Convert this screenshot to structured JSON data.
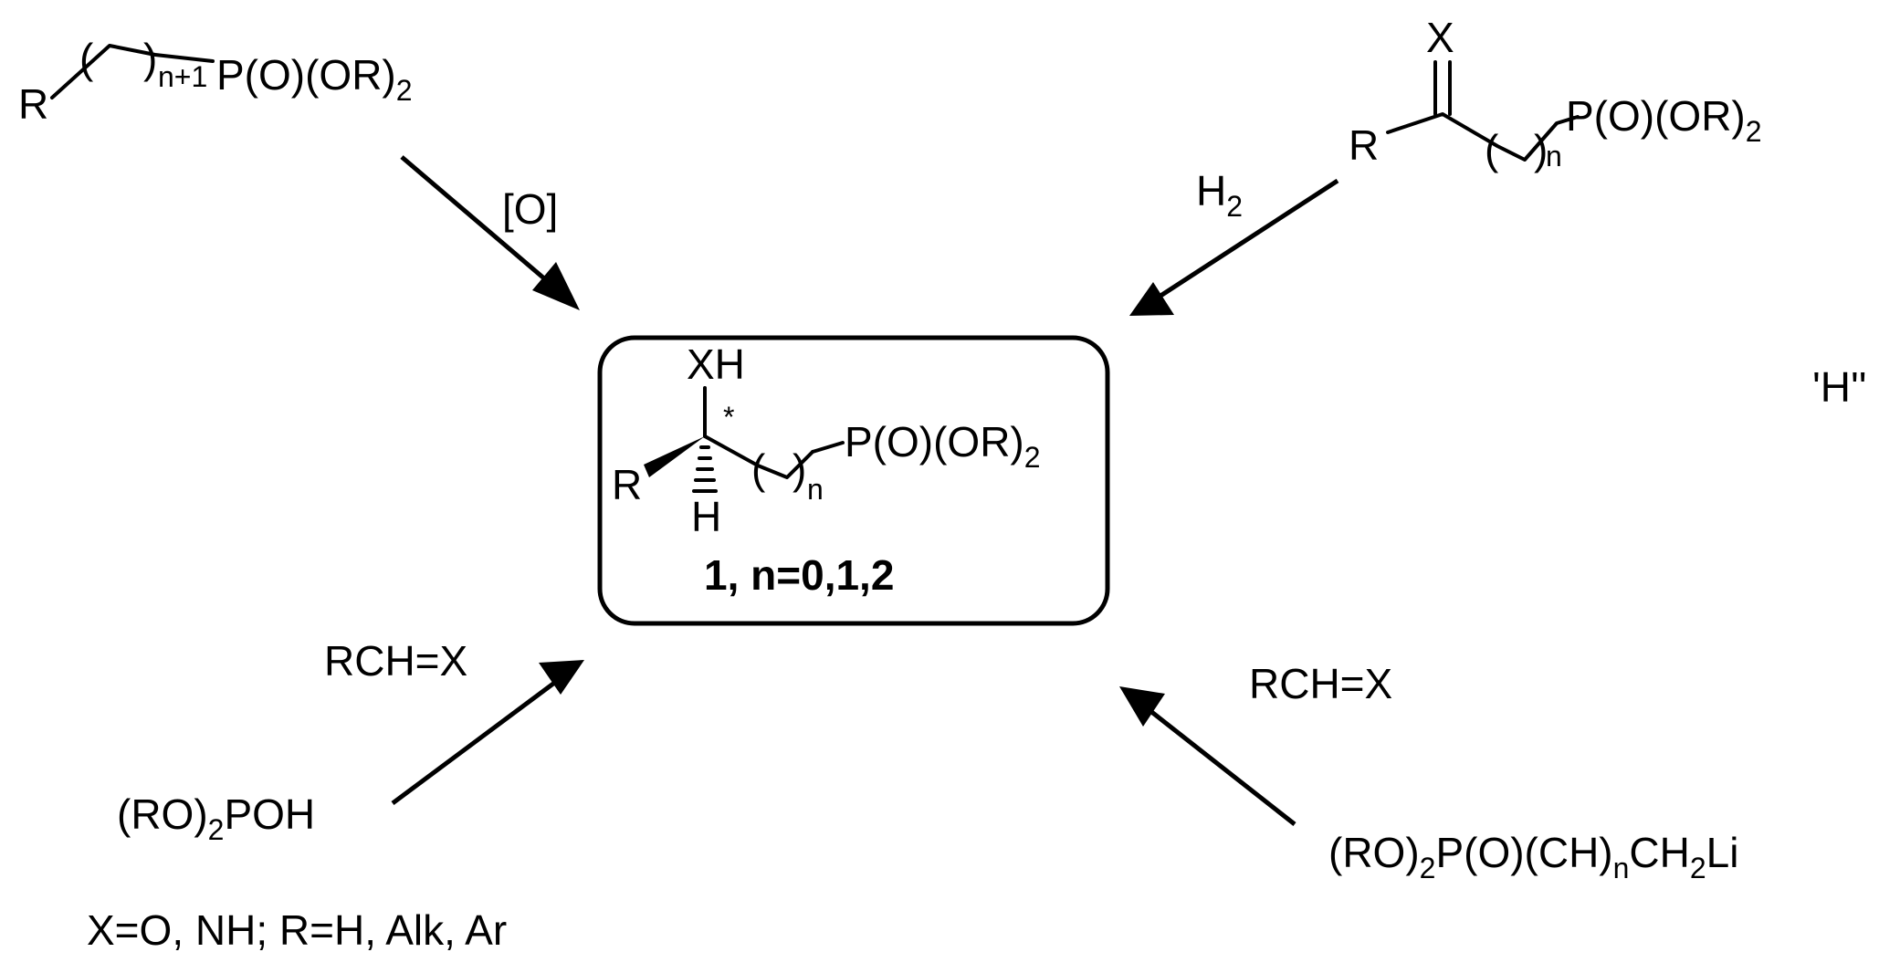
{
  "product": {
    "xh": "XH",
    "star": "*",
    "r": "R",
    "h": "H",
    "paren_open": "(",
    "paren_close": ")",
    "n_sub": "n",
    "po_main": "P(O)(OR)",
    "po_sub": "2",
    "caption": "1, n=0,1,2"
  },
  "top_left": {
    "r": "R",
    "paren_open": "(",
    "paren_close": ")",
    "n_sub": "n+1",
    "po_main": "P(O)(OR)",
    "po_sub": "2",
    "reagent": "[O]"
  },
  "top_right": {
    "x": "X",
    "r": "R",
    "paren_open": "(",
    "paren_close": ")",
    "n_sub": "n",
    "po_main": "P(O)(OR)",
    "po_sub": "2",
    "reagent_main": "H",
    "reagent_sub": "2"
  },
  "bottom_left": {
    "reagent": "RCH=X",
    "start_pre": "(RO)",
    "start_sub": "2",
    "start_post": "POH",
    "footnote": "X=O, NH; R=H, Alk, Ar"
  },
  "bottom_right": {
    "reagent": "RCH=X",
    "start_pre": "(RO)",
    "start_sub1": "2",
    "start_mid": "P(O)(CH)",
    "start_sub2": "n",
    "start_mid2": "CH",
    "start_sub3": "2",
    "start_post": "Li"
  },
  "stray_label": "'H''"
}
